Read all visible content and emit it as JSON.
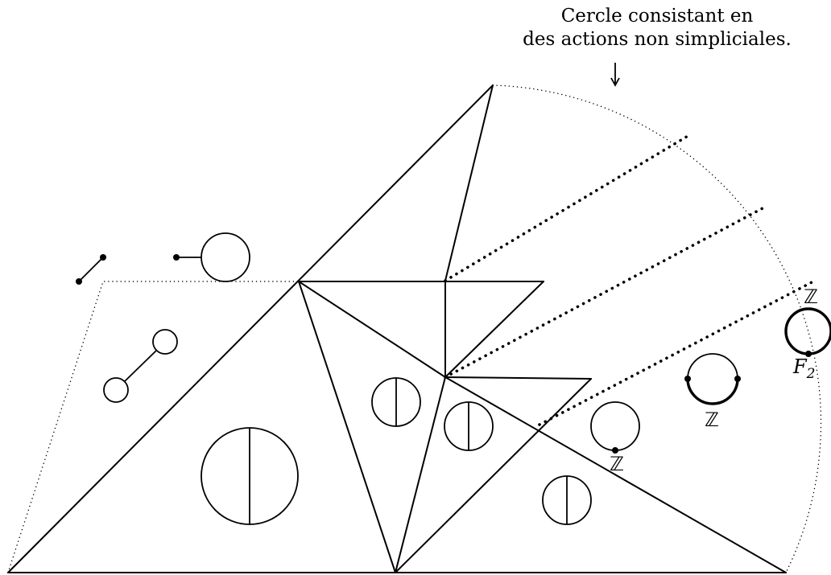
{
  "caption": {
    "line1": "Cercle consistant en",
    "line2": "des actions non simpliciales."
  },
  "labels": {
    "z_small_circle": "ℤ",
    "z_arc": "ℤ",
    "z_top_circle": "ℤ",
    "f2_base": "F",
    "f2_sub": "2"
  }
}
